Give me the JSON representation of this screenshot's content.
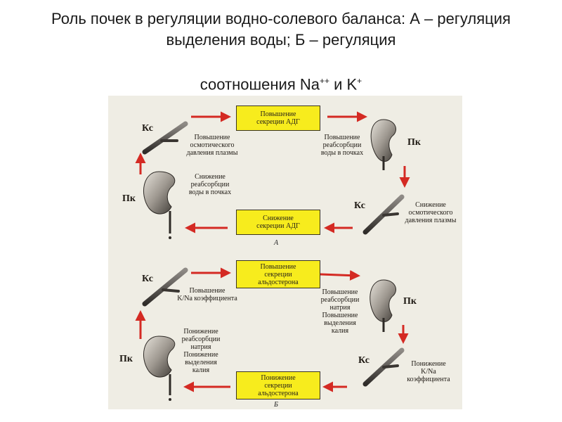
{
  "slide": {
    "title": "Роль почек в регуляции водно-солевого баланса: А – регуляция  выделения воды; Б – регуляция",
    "subtitle_prefix": "соотношения Na",
    "subtitle_na_sup": "++",
    "subtitle_mid": " и  K",
    "subtitle_k_sup": "+"
  },
  "panel_a": {
    "letter": "А",
    "box_top": "Повышение\nсекреции АДГ",
    "box_bottom": "Снижение\nсекреции АДГ",
    "tl_abbr": "Кс",
    "tl_text": "Повышение\nосмотического\nдавления плазмы",
    "tr_abbr": "Пк",
    "tr_text": "Повышение\nреабсорбции\nводы в почках",
    "br_abbr": "Кс",
    "br_text": "Снижение\nосмотического\nдавления плазмы",
    "bl_abbr": "Пк",
    "bl_text": "Снижение\nреабсорбции\nводы в почках"
  },
  "panel_b": {
    "letter": "Б",
    "box_top": "Повышение\nсекреции\nальдостерона",
    "box_bottom": "Понижение\nсекреции\nальдостерона",
    "tl_abbr": "Кс",
    "tl_text": "Повышение\nK/Na коэффициента",
    "tr_abbr": "Пк",
    "tr_text": "Повышение\nреабсорбции\nнатрия\nПовышение\nвыделения\nкалия",
    "br_abbr": "Кс",
    "br_text": "Понижение\nK/Na\nкоэффициента",
    "bl_abbr": "Пк",
    "bl_text": "Понижение\nреабсорбции\nнатрия\nПонижение\nвыделения\nкалия"
  },
  "colors": {
    "arrow": "#d42a23",
    "box": "#f7ec1d",
    "figure_bg": "#efede4"
  }
}
